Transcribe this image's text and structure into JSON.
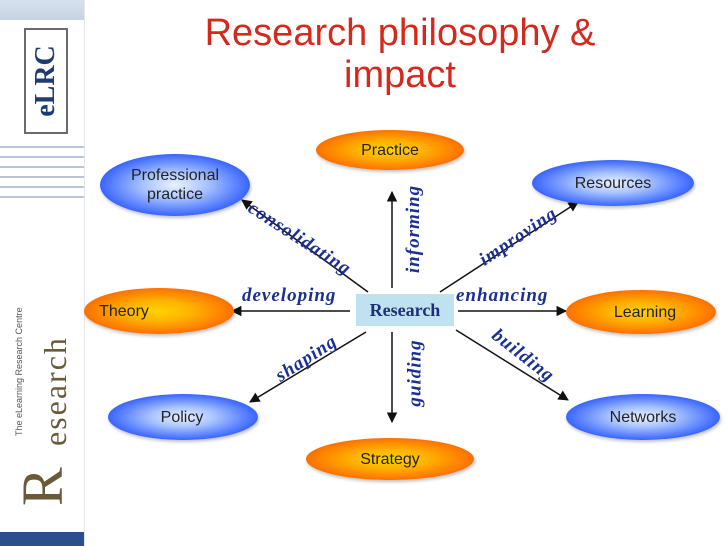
{
  "sidebar": {
    "elrc_label": "eLRC",
    "logo_text": "Research",
    "logo_subtitle": "The eLearning Research Centre"
  },
  "title": {
    "line1": "Research philosophy &",
    "line2": "impact"
  },
  "center": {
    "label": "Research"
  },
  "nodes": {
    "practice": "Practice",
    "professional_practice_l1": "Professional",
    "professional_practice_l2": "practice",
    "resources": "Resources",
    "theory": "Theory",
    "learning": "Learning",
    "policy": "Policy",
    "networks": "Networks",
    "strategy": "Strategy"
  },
  "verbs": {
    "consolidating": "consolidating",
    "informing": "informing",
    "improving": "improving",
    "developing": "developing",
    "enhancing": "enhancing",
    "shaping": "shaping",
    "guiding": "guiding",
    "building": "building"
  },
  "colors": {
    "title": "#d42a1e",
    "verb": "#1a2f93",
    "center_fill": "#bfe1f0",
    "orange_node": "#ff7a00",
    "blue_node": "#3a66ff"
  }
}
